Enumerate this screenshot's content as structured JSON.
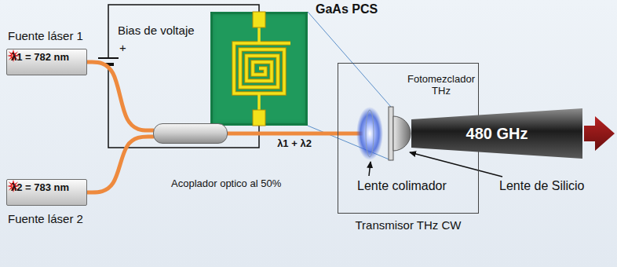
{
  "diagram": {
    "nodes": [
      {
        "text": [
          "GaAs PCS"
        ]
      },
      {
        "text": [
          "Fuente láser 1",
          "λ1 = 782 nm"
        ]
      },
      {
        "text": [
          "Acoplador optico al 50%"
        ]
      },
      {
        "text": [
          "Transmisor THz CW"
        ]
      },
      {
        "text": [
          "480 GHz"
        ]
      },
      {
        "text": [
          "λ2 = 783 nm",
          "Fuente láser 2"
        ]
      }
    ],
    "edges": [
      {
        "from": 1,
        "to": 2,
        "arrow": "none"
      },
      {
        "from": 5,
        "to": 2,
        "arrow": "none"
      },
      {
        "from": 2,
        "to": 3,
        "label": "λ1 + λ2",
        "arrow": "none"
      }
    ],
    "labels": [
      "Bias de voltaje",
      "+",
      "Fotomezclador THz",
      "Lente colimador",
      "Lente de Silicio"
    ]
  }
}
